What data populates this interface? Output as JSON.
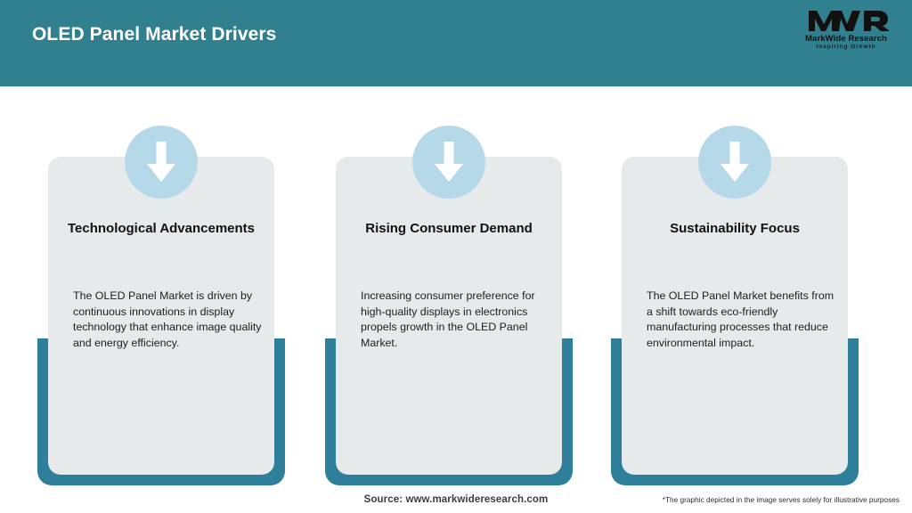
{
  "header": {
    "title": "OLED Panel Market Drivers",
    "background_color": "#30808f",
    "title_color": "#ffffff"
  },
  "logo": {
    "mark": "MWR",
    "name": "MarkWide Research",
    "tagline": "Inspiring Growth"
  },
  "theme": {
    "accent_teal": "#2e7f99",
    "card_grey": "#e7eaeb",
    "icon_circle_blue": "#b6d9e9",
    "arrow_white": "#ffffff"
  },
  "cards": [
    {
      "icon": "down-arrow-icon",
      "heading": "Technological Advancements",
      "body": "The OLED Panel Market is driven by continuous innovations in display technology that enhance image quality and energy efficiency."
    },
    {
      "icon": "down-arrow-icon",
      "heading": "Rising Consumer Demand",
      "body": "Increasing consumer preference for high-quality displays in electronics propels growth in the OLED Panel Market."
    },
    {
      "icon": "down-arrow-icon",
      "heading": "Sustainability Focus",
      "body": "The OLED Panel Market benefits from a shift towards eco-friendly manufacturing processes that reduce environmental impact."
    }
  ],
  "footer": {
    "source": "Source: www.markwideresearch.com",
    "disclaimer": "*The graphic depicted in the image serves solely for illustrative purposes"
  }
}
